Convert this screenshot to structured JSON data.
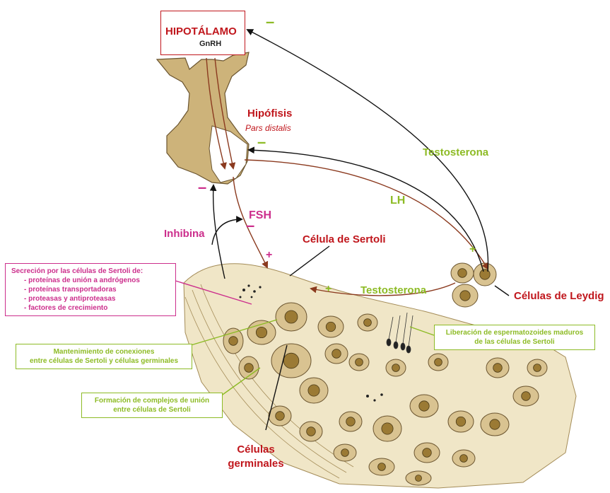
{
  "hypothalamus": {
    "title": "HIPOTÁLAMO",
    "hormone": "GnRH"
  },
  "pituitary": {
    "title": "Hipófisis",
    "subtitle": "Pars distalis"
  },
  "hormones": {
    "lh": "LH",
    "fsh": "FSH",
    "testosterone_top": "Testosterona",
    "testosterone_bottom": "Testosterona",
    "inhibin": "Inhibina"
  },
  "signs": {
    "minus_hypothalamus": "–",
    "minus_pituitary": "–",
    "minus_inhibin": "–",
    "minus_fsh": "–",
    "plus_sertoli": "+",
    "plus_leydig": "+",
    "plus_testosterone": "+"
  },
  "cells": {
    "sertoli": "Célula de Sertoli",
    "leydig": "Células de Leydig",
    "germinal_line1": "Células",
    "germinal_line2": "germinales"
  },
  "secretion_box": {
    "title": "Secreción por las células de Sertoli de:",
    "items": [
      "- proteínas de unión a andrógenos",
      "- proteínas transportadoras",
      "- proteasas y antiproteasas",
      "- factores de crecimiento"
    ]
  },
  "boxes": {
    "connections_line1": "Mantenimiento de conexiones",
    "connections_line2": "entre células de Sertoli y células germinales",
    "junctions_line1": "Formación de complejos de unión",
    "junctions_line2": "entre células de Sertoli",
    "release_line1": "Liberación de espermatozoides maduros",
    "release_line2": "de las células de Sertoli"
  },
  "colors": {
    "red": "#c0161c",
    "green": "#8dbb25",
    "magenta": "#cc2e8c",
    "tissue_fill": "#d9c391",
    "nucleus_fill": "#9b7a34",
    "arrow_brown": "#8b3a1f"
  }
}
